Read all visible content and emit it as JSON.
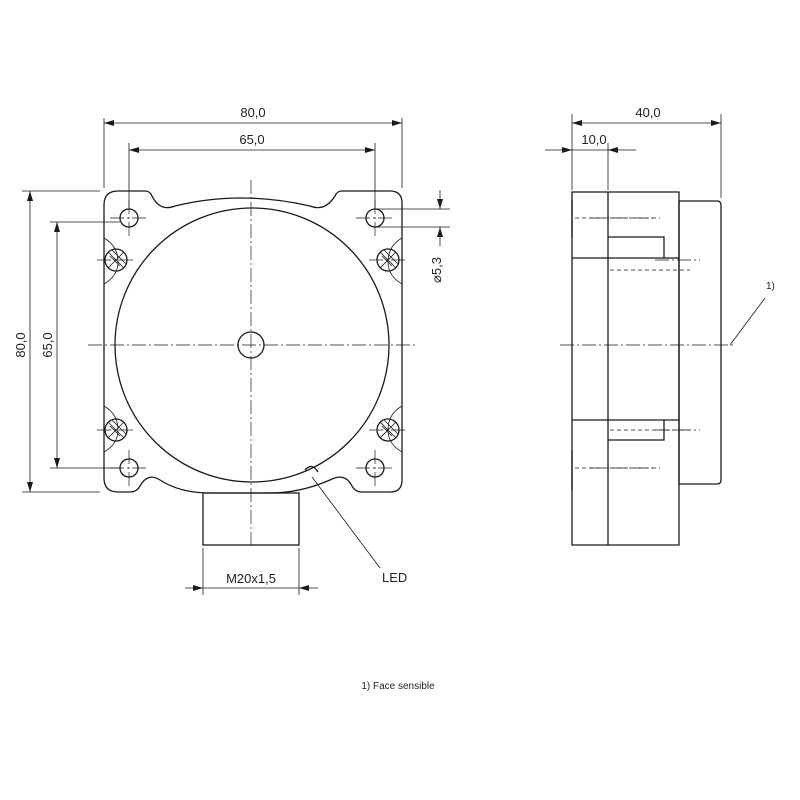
{
  "dimensions": {
    "front_width_outer": "80,0",
    "front_width_holes": "65,0",
    "front_height_outer": "80,0",
    "front_height_holes": "65,0",
    "hole_diameter": "⌀5,3",
    "side_depth": "40,0",
    "side_flange": "10,0",
    "thread": "M20x1,5"
  },
  "labels": {
    "led": "LED",
    "callout_marker": "1)",
    "footnote": "1) Face sensible"
  }
}
